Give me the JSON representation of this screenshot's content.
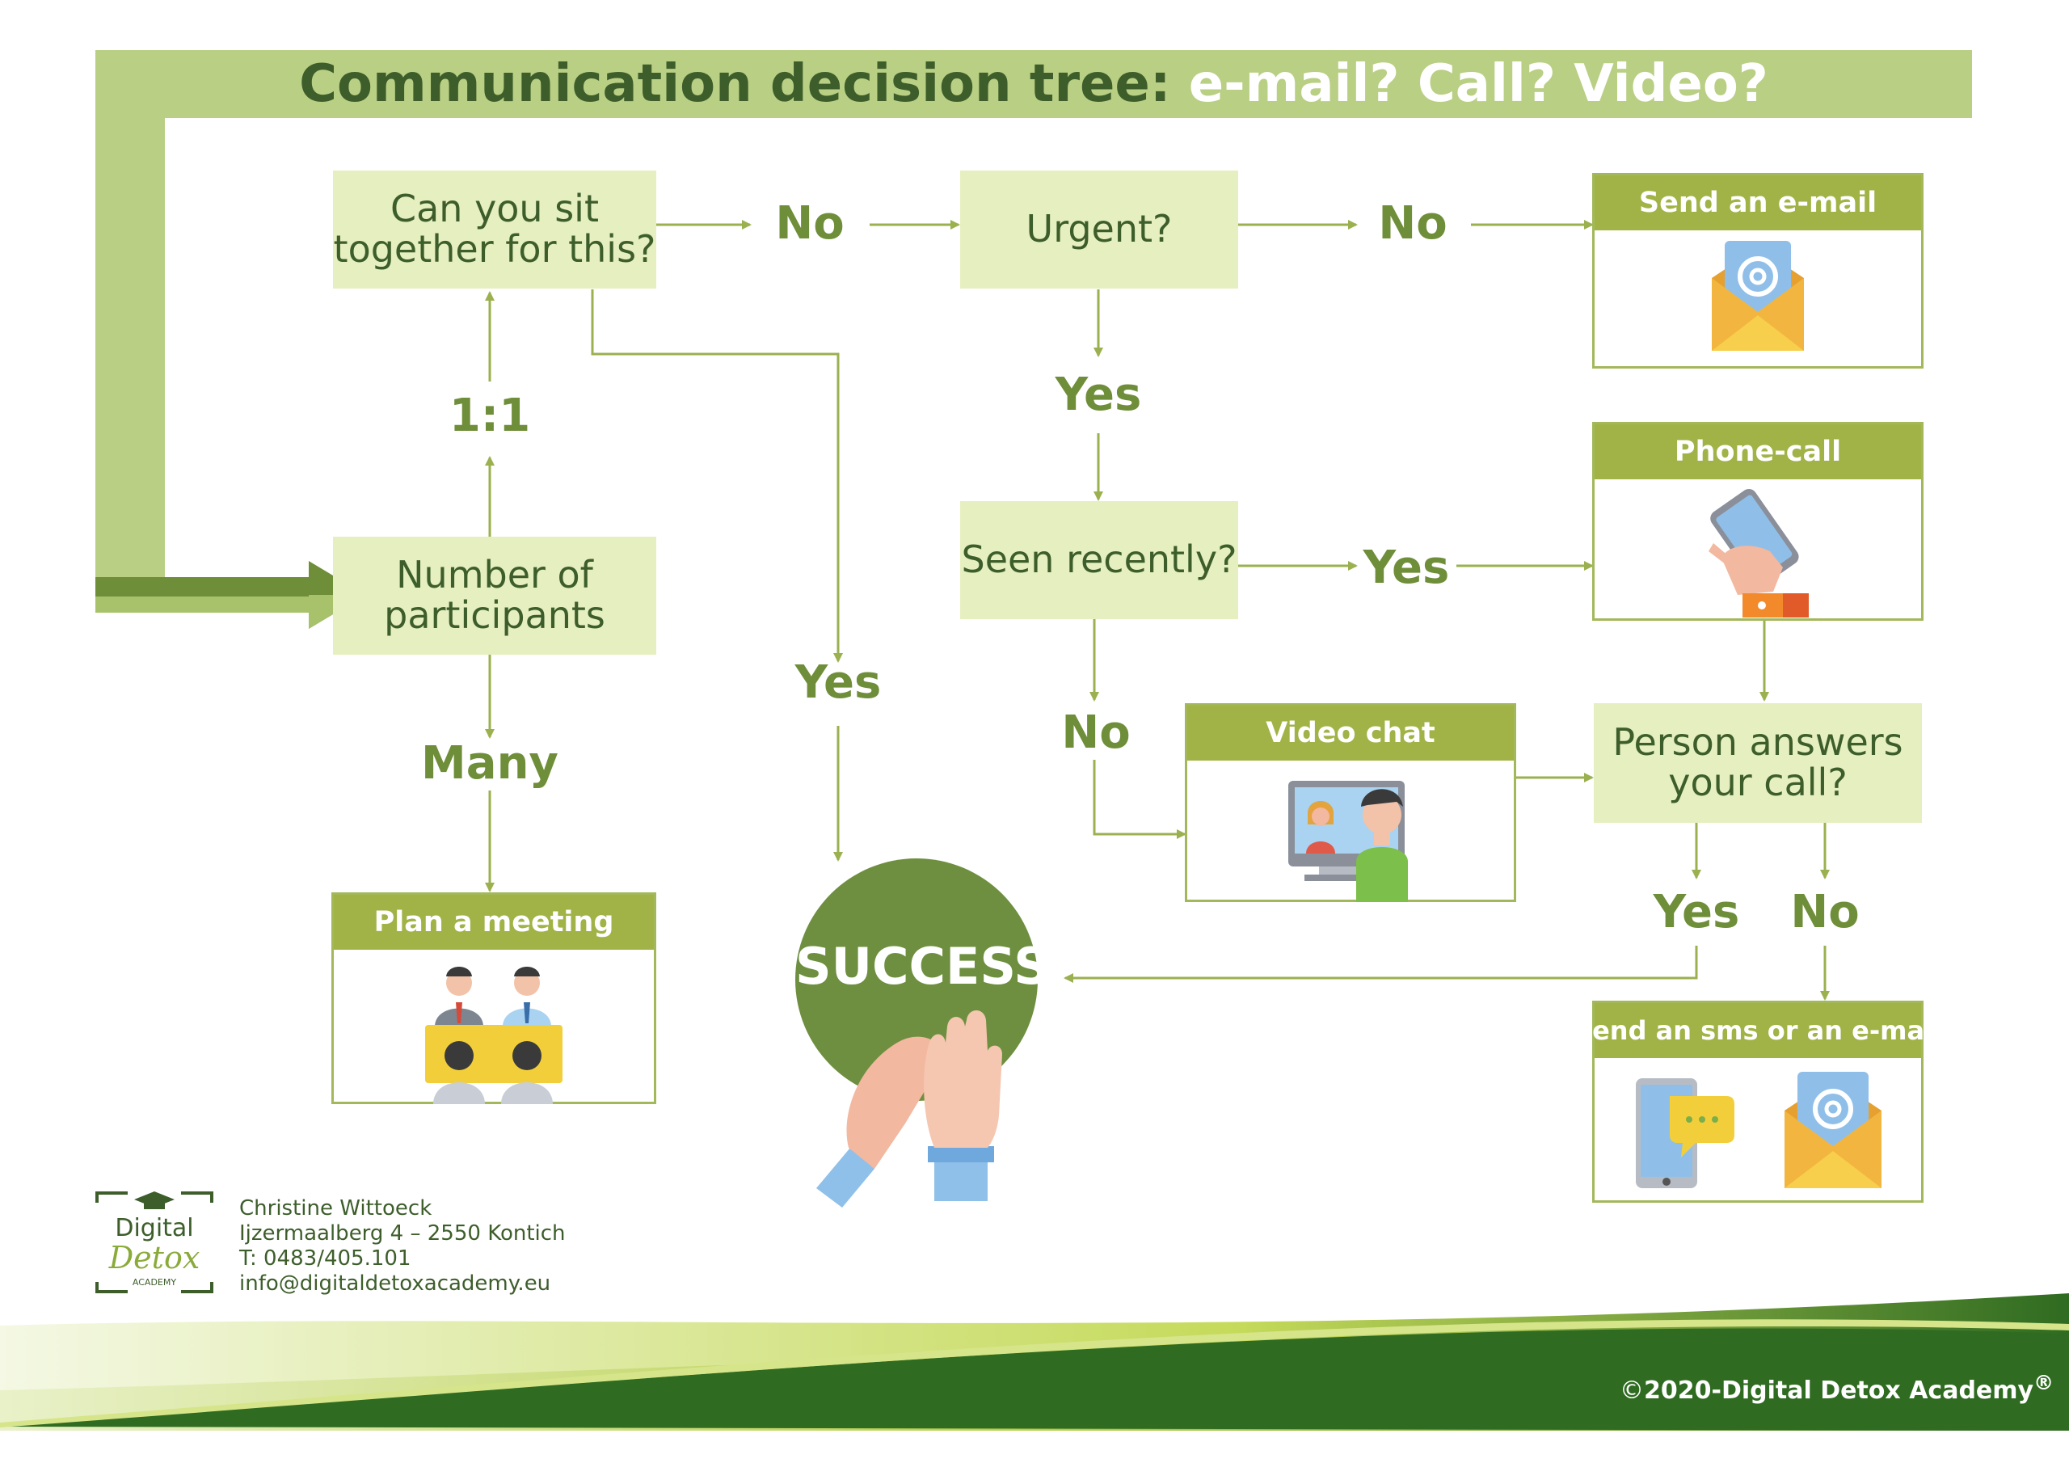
{
  "title": {
    "dark_part": "Communication decision tree:",
    "light_part": "e-mail? Call? Video?"
  },
  "questions": {
    "sit_together": "Can you sit together for this?",
    "participants": "Number of participants",
    "urgent": "Urgent?",
    "seen_recently": "Seen recently?",
    "answers_call": "Person answers your call?"
  },
  "labels": {
    "sit_no": "No",
    "sit_yes": "Yes",
    "one_to_one": "1:1",
    "many": "Many",
    "urgent_no": "No",
    "urgent_yes": "Yes",
    "seen_yes": "Yes",
    "seen_no": "No",
    "answer_yes": "Yes",
    "answer_no": "No"
  },
  "cards": {
    "email": "Send an e-mail",
    "phone": "Phone-call",
    "video": "Video chat",
    "meeting": "Plan a meeting",
    "sms_email": "Send an sms or an e-mail"
  },
  "success": "SUCCESS",
  "footer": {
    "logo_line1": "Digital",
    "logo_line2": "Detox",
    "logo_line3": "ACADEMY",
    "name": "Christine Wittoeck",
    "address": "Ijzermaalberg 4 – 2550 Kontich",
    "phone": "T: 0483/405.101",
    "email": "info@digitaldetoxacademy.eu",
    "copyright_symbol": "©",
    "copyright": "2020-Digital Detox Academy",
    "registered": "®"
  },
  "colors": {
    "title_bar": "#b9cf84",
    "dark_green": "#3d5e2b",
    "label_green": "#6f8e3a",
    "question_fill": "#e6efc0",
    "card_header": "#a1b347",
    "success_circle": "#6d8f3f",
    "connector": "#9bb04f"
  }
}
